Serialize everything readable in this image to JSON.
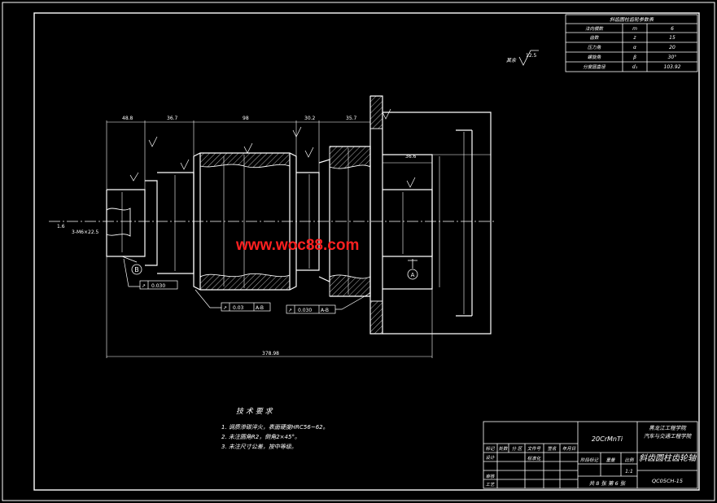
{
  "watermark": "www.woc88.com",
  "params_table": {
    "title": "斜齿圆柱齿轮参数表",
    "rows": [
      {
        "name": "法向模数",
        "symbol": "m",
        "value": "6"
      },
      {
        "name": "齿数",
        "symbol": "z",
        "value": "15"
      },
      {
        "name": "压力角",
        "symbol": "α",
        "value": "20"
      },
      {
        "name": "螺旋角",
        "symbol": "β",
        "value": "30°"
      },
      {
        "name": "分度圆直径",
        "symbol": "d₁",
        "value": "103.92"
      }
    ]
  },
  "roughness_note": {
    "label": "其余",
    "value": "12.5"
  },
  "datums": {
    "b": "B",
    "a": "A"
  },
  "tolerance_frames": [
    {
      "symbol": "↗",
      "value": "0.030",
      "ref": ""
    },
    {
      "symbol": "↗",
      "value": "0.03",
      "ref": "A-B"
    },
    {
      "symbol": "↗",
      "value": "0.030",
      "ref": "A-B"
    }
  ],
  "total_length": "378.98",
  "tech_requirements": {
    "title": "技 术 要 求",
    "items": [
      "1. 调质渗碳淬火，表面硬度HRC56~62。",
      "2. 未注圆角R2，倒角2×45°。",
      "3. 未注尺寸公差，按中等级。"
    ]
  },
  "title_block": {
    "material": "20CrMnTi",
    "school": "黑龙江工程学院",
    "department": "汽车与交通工程学院",
    "part_name": "斜齿圆柱齿轮轴",
    "drawing_no": "QC05CH-15",
    "scale": "1:1",
    "sheet": "共 8 张  第 6 张",
    "headers": [
      "标记",
      "处数",
      "分 区",
      "文件号",
      "签名",
      "年月日"
    ],
    "rows": [
      "设计",
      "审核",
      "工艺"
    ],
    "std_label": "标准化",
    "stage_label": "阶段标记",
    "weight_label": "重量",
    "scale_label": "比例"
  }
}
